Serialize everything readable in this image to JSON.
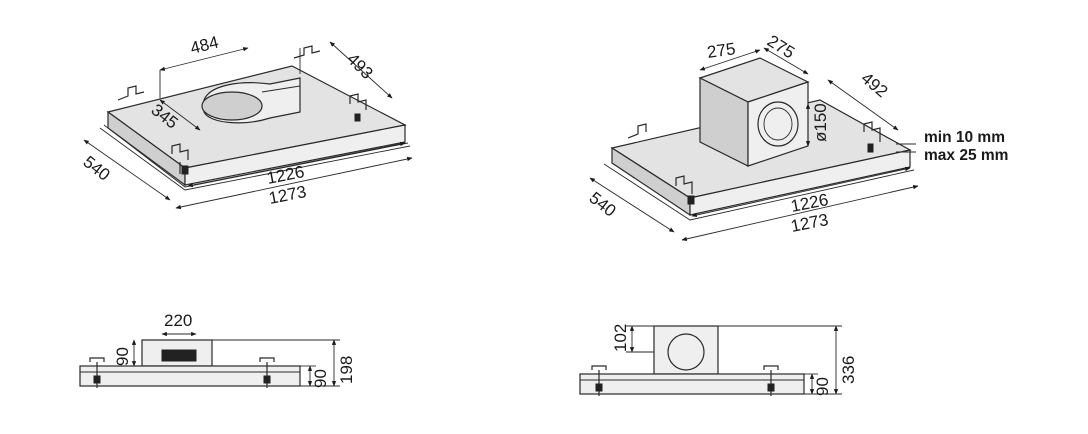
{
  "views": {
    "iso_left": {
      "dims": {
        "width_outer": "1273",
        "width_inner": "1226",
        "depth": "540",
        "depth_upper": "493",
        "blower_width": "484",
        "blower_depth": "345"
      }
    },
    "iso_right": {
      "dims": {
        "width_outer": "1273",
        "width_inner": "1226",
        "depth": "540",
        "depth_upper": "492",
        "box_w": "275",
        "box_d": "275",
        "duct": "ø150",
        "note_min": "min 10 mm",
        "note_max": "max 25 mm"
      }
    },
    "side_left": {
      "dims": {
        "top_w": "220",
        "top_h": "90",
        "body_h": "90",
        "total_h": "198"
      }
    },
    "side_right": {
      "dims": {
        "box_h": "102",
        "body_h": "90",
        "total_h": "336"
      }
    }
  }
}
